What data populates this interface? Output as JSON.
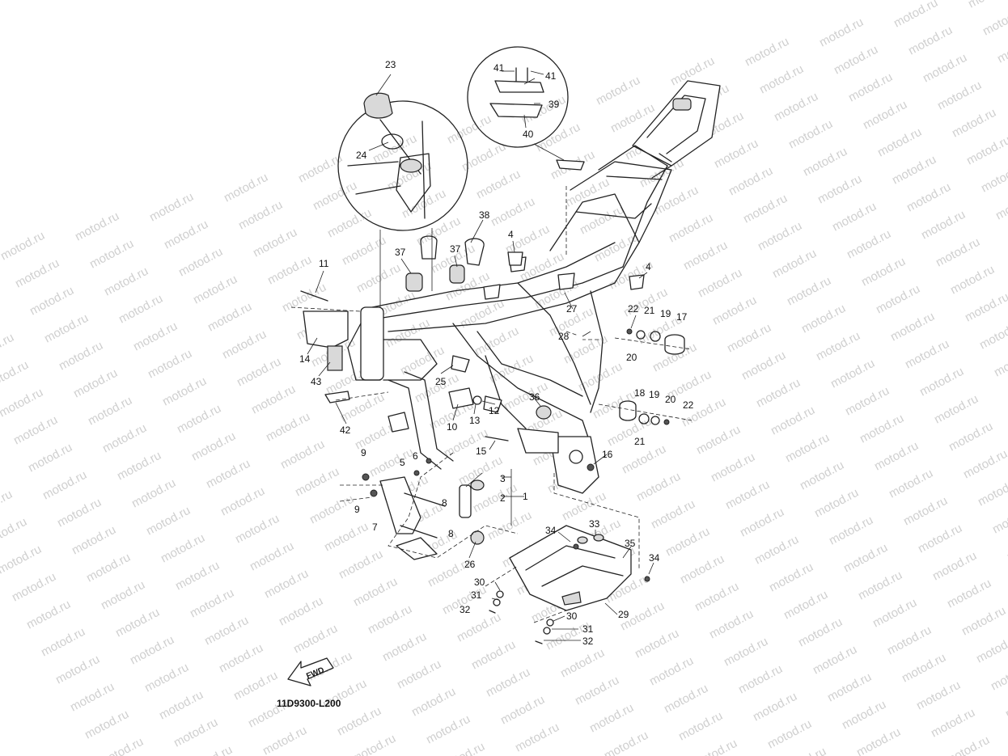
{
  "watermark": "motod.ru",
  "diagram_code": "11D9300-L200",
  "fwd_label": "FWD",
  "callouts": [
    "1",
    "2",
    "3",
    "4",
    "4",
    "5",
    "6",
    "7",
    "8",
    "8",
    "9",
    "9",
    "10",
    "11",
    "12",
    "13",
    "14",
    "15",
    "16",
    "17",
    "18",
    "19",
    "19",
    "20",
    "20",
    "21",
    "21",
    "22",
    "22",
    "23",
    "24",
    "25",
    "26",
    "27",
    "28",
    "29",
    "30",
    "30",
    "31",
    "31",
    "32",
    "32",
    "33",
    "34",
    "34",
    "35",
    "36",
    "37",
    "37",
    "38",
    "39",
    "40",
    "41",
    "41",
    "42",
    "43"
  ]
}
